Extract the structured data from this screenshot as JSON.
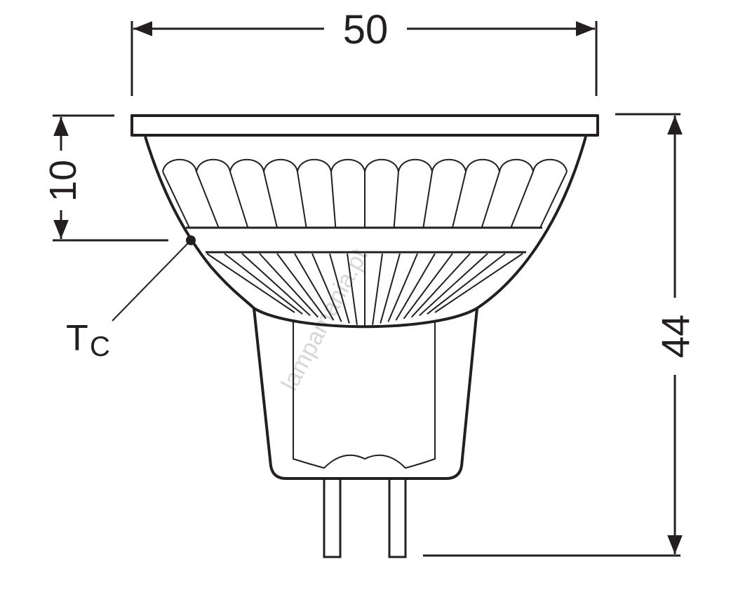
{
  "title": "MR16 lamp dimension drawing",
  "dimensions": {
    "width": "50",
    "reflector_band_height": "10",
    "total_height": "44"
  },
  "labels": {
    "tc_main": "T",
    "tc_sub": "C"
  },
  "watermark": "lampamania.pt",
  "colors": {
    "line": "#231f20",
    "background": "#ffffff"
  }
}
